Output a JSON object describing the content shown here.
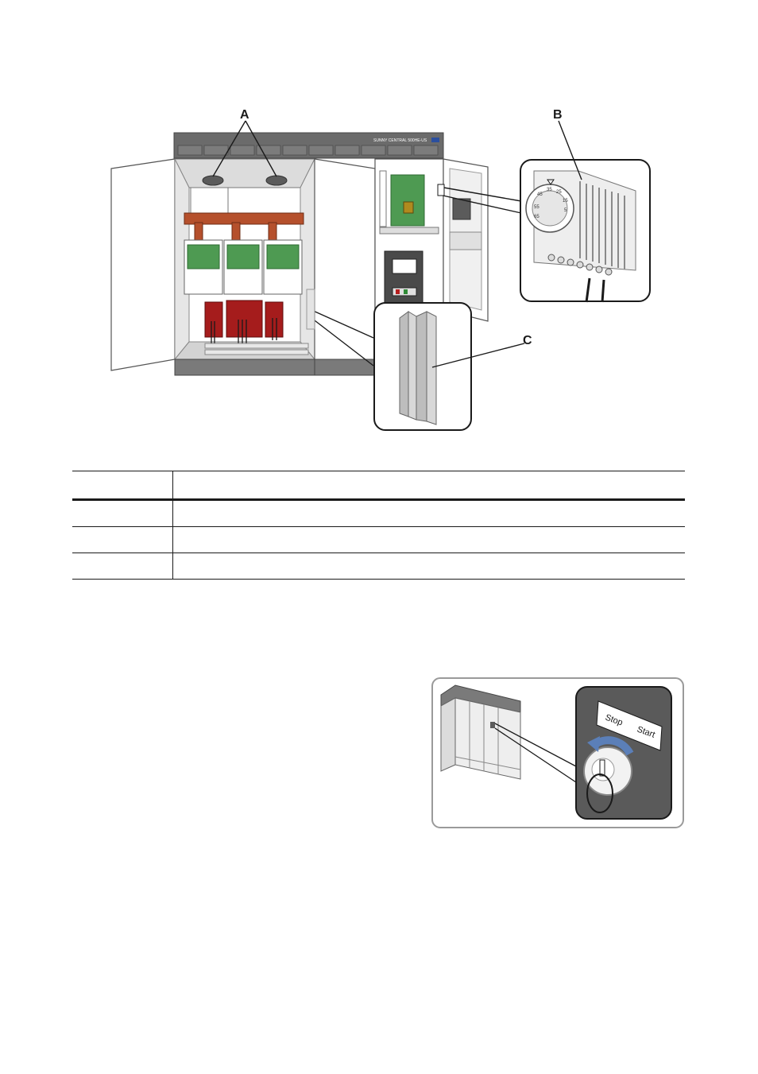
{
  "figure1": {
    "callouts": {
      "a": "A",
      "b": "B",
      "c": "C"
    },
    "cabinet_label": "SUNNY CENTRAL 500HE-US",
    "dial_numbers": [
      "45",
      "35",
      "25",
      "15",
      "5",
      "55",
      "65"
    ]
  },
  "legend_table": {
    "header": [
      "",
      ""
    ],
    "rows": [
      [
        "",
        ""
      ],
      [
        "",
        ""
      ],
      [
        "",
        ""
      ]
    ]
  },
  "figure2": {
    "switch_labels": {
      "stop": "Stop",
      "start": "Start"
    }
  }
}
